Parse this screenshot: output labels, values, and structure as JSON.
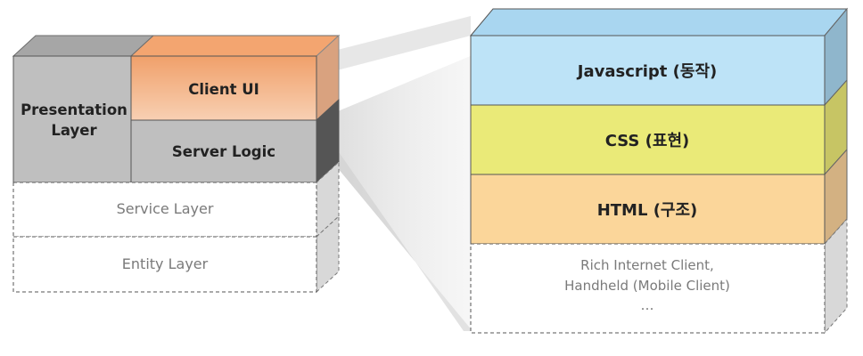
{
  "left_stack": {
    "presentation_layer": {
      "line1": "Presentation",
      "line2": "Layer"
    },
    "client_ui": "Client UI",
    "server_logic": "Server Logic",
    "service_layer": "Service Layer",
    "entity_layer": "Entity Layer"
  },
  "right_stack": {
    "javascript": "Javascript (동작)",
    "css": "CSS (표현)",
    "html": "HTML (구조)",
    "clients": {
      "line1": "Rich Internet Client,",
      "line2": "Handheld (Mobile Client)",
      "line3": "…"
    }
  },
  "colors": {
    "gray_block": "#bfbfbf",
    "client_ui_orange": "#f4b183",
    "javascript_blue": "#bde3f7",
    "css_yellow": "#eaea78",
    "html_orange": "#fbd69a"
  }
}
